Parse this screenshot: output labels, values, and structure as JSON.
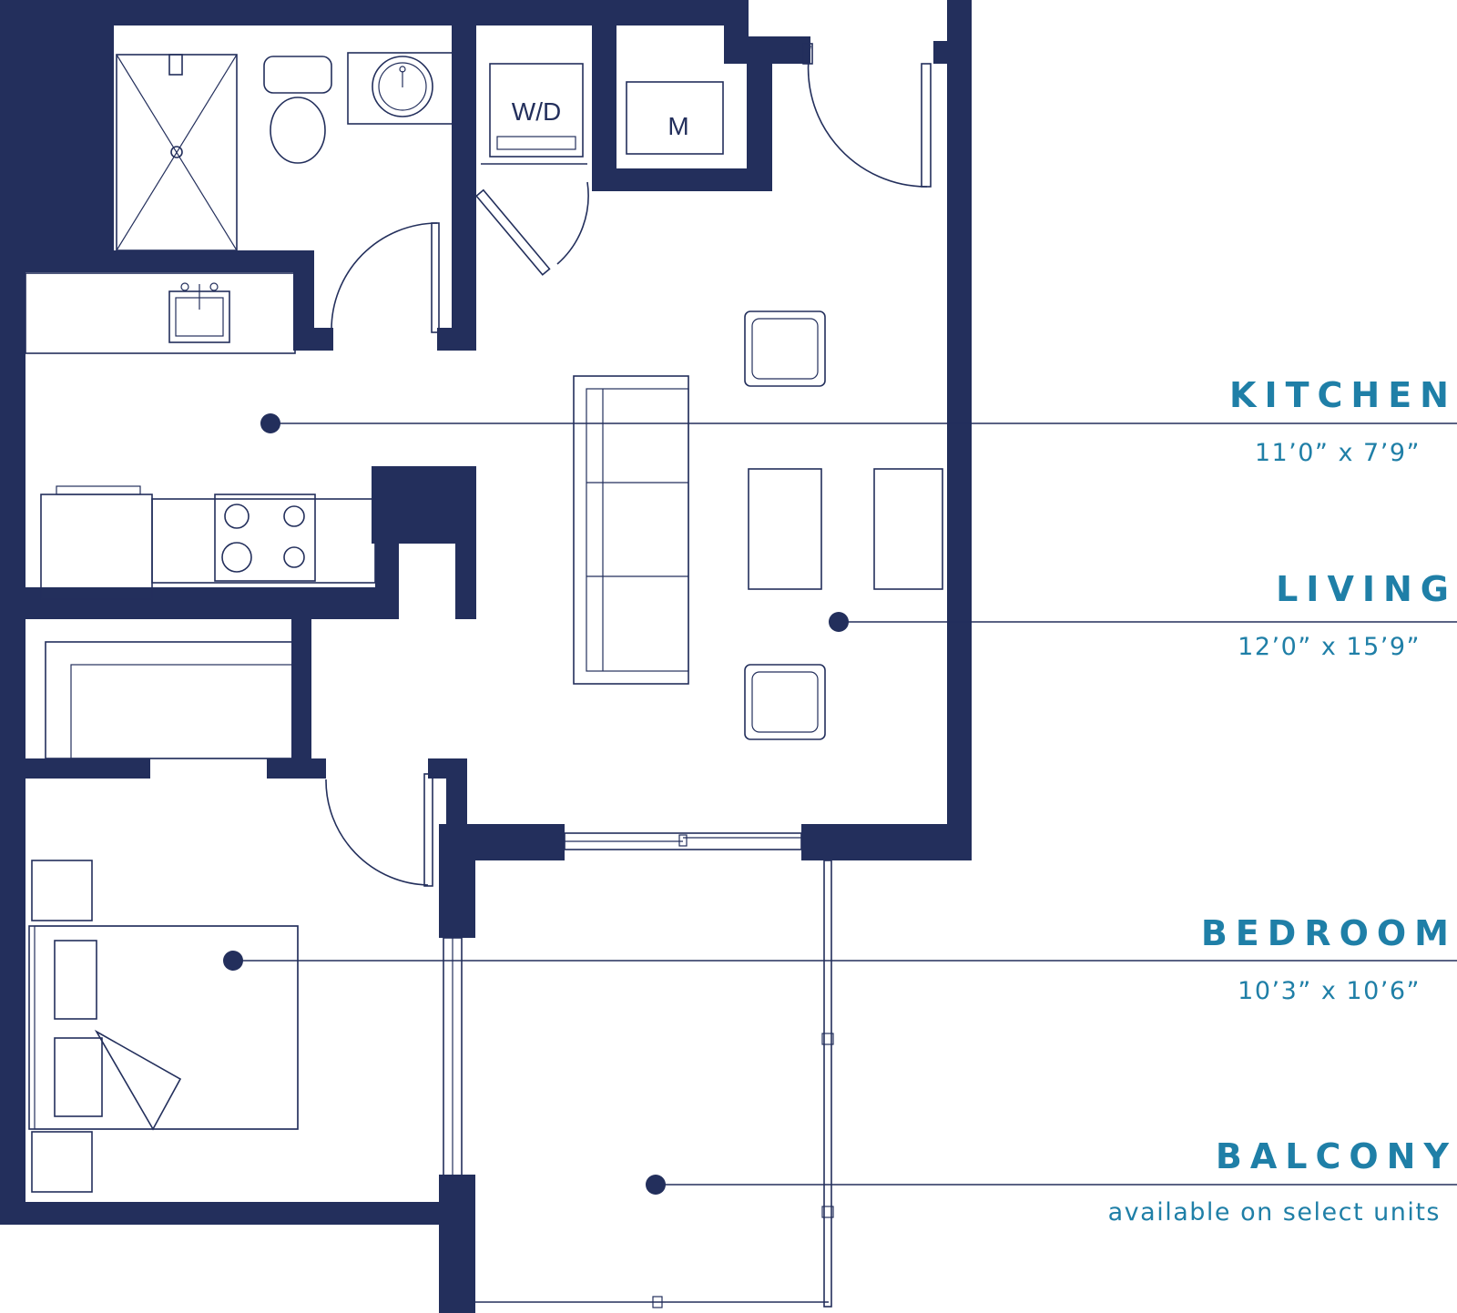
{
  "colors": {
    "walls": "#232f5c",
    "labels": "#1f7fa7",
    "background": "#ffffff"
  },
  "fixtures": {
    "washer_dryer": "W/D",
    "mechanical": "M"
  },
  "rooms": [
    {
      "name": "KITCHEN",
      "dimensions": "11’0” x 7’9”"
    },
    {
      "name": "LIVING",
      "dimensions": "12’0” x 15’9”"
    },
    {
      "name": "BEDROOM",
      "dimensions": "10’3” x 10’6”"
    },
    {
      "name": "BALCONY",
      "dimensions": "available on select units"
    }
  ]
}
